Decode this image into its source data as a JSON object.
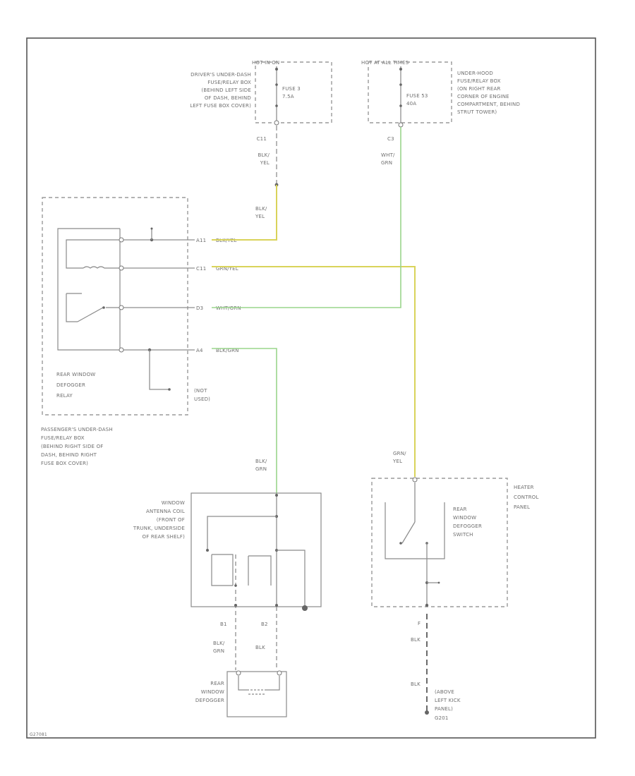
{
  "fuse_box_left": {
    "hot_label": "HOT IN ON",
    "desc": [
      "DRIVER'S UNDER-DASH",
      "FUSE/RELAY BOX",
      "(BEHIND LEFT SIDE",
      "OF DASH, BEHIND",
      "LEFT FUSE BOX COVER)"
    ],
    "fuse": [
      "FUSE 3",
      "7.5A"
    ],
    "connector": "C11",
    "wire": [
      "BLK/",
      "YEL"
    ]
  },
  "fuse_box_right": {
    "hot_label": "HOT AT ALL TIMES",
    "desc": [
      "UNDER-HOOD",
      "FUSE/RELAY BOX",
      "(ON RIGHT REAR",
      "CORNER OF ENGINE",
      "COMPARTMENT, BEHIND",
      "STRUT TOWER)"
    ],
    "fuse": [
      "FUSE 53",
      "40A"
    ],
    "connector": "C3",
    "wire": [
      "WHT/",
      "GRN"
    ]
  },
  "relay": {
    "label": [
      "REAR WINDOW",
      "DEFOGGER",
      "RELAY"
    ],
    "wire_in": [
      "BLK/",
      "YEL"
    ],
    "pins": [
      "A11",
      "C11",
      "D3",
      "A4"
    ],
    "wires": [
      "BLK/YEL",
      "GRN/YEL",
      "WHT/GRN",
      "BLK/GRN"
    ],
    "not_used": [
      "(NOT",
      "USED)"
    ]
  },
  "passenger_box": [
    "PASSENGER'S UNDER-DASH",
    "FUSE/RELAY BOX",
    "(BEHIND RIGHT SIDE OF",
    "DASH, BEHIND RIGHT",
    "FUSE BOX COVER)"
  ],
  "antenna_coil": {
    "label": [
      "WINDOW",
      "ANTENNA COIL",
      "(FRONT OF",
      "TRUNK, UNDERSIDE",
      "OF REAR SHELF)"
    ],
    "wire_in": [
      "BLK/",
      "GRN"
    ],
    "out1": {
      "pin": "B1",
      "wire": [
        "BLK/",
        "GRN"
      ]
    },
    "out2": {
      "pin": "B2",
      "wire": [
        "BLK"
      ]
    }
  },
  "defogger": [
    "REAR",
    "WINDOW",
    "DEFOGGER"
  ],
  "heater_panel": {
    "label": [
      "HEATER",
      "CONTROL",
      "PANEL"
    ],
    "switch": [
      "REAR",
      "WINDOW",
      "DEFOGGER",
      "SWITCH"
    ],
    "wire_in": [
      "GRN/",
      "YEL"
    ],
    "pin": "F",
    "wire_out": "BLK",
    "wire_out2": "BLK"
  },
  "ground": [
    "(ABOVE",
    "LEFT KICK",
    "PANEL)",
    "G201"
  ],
  "footer": "G27081"
}
